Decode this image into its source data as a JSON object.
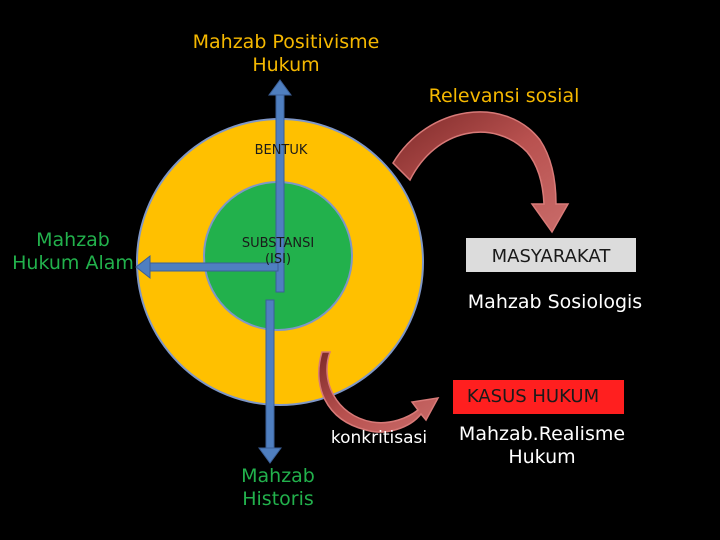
{
  "colors": {
    "outer_ring": "#ffc000",
    "inner_circle": "#22b14c",
    "arrow_blue": "#4f7fc0",
    "curved_arrow": "#a0403f",
    "box_masyarakat": "#dcdcdc",
    "box_kasus": "#ff1f1f",
    "label_gold": "#f5b800",
    "label_green": "#22b14c"
  },
  "labels": {
    "positivisme_line1": "Mahzab Positivisme",
    "positivisme_line2": "Hukum",
    "relevansi": "Relevansi sosial",
    "bentuk": "BENTUK",
    "substansi_line1": "SUBSTANSI",
    "substansi_line2": "(ISI)",
    "hukum_alam_line1": "Mahzab",
    "hukum_alam_line2": "Hukum Alam",
    "masyarakat": "MASYARAKAT",
    "sosiologis": "Mahzab Sosiologis",
    "kasus_hukum": "KASUS HUKUM",
    "konkritisasi": "konkritisasi",
    "realisme_line1": "Mahzab.Realisme",
    "realisme_line2": "Hukum",
    "historis_line1": "Mahzab",
    "historis_line2": "Historis"
  }
}
